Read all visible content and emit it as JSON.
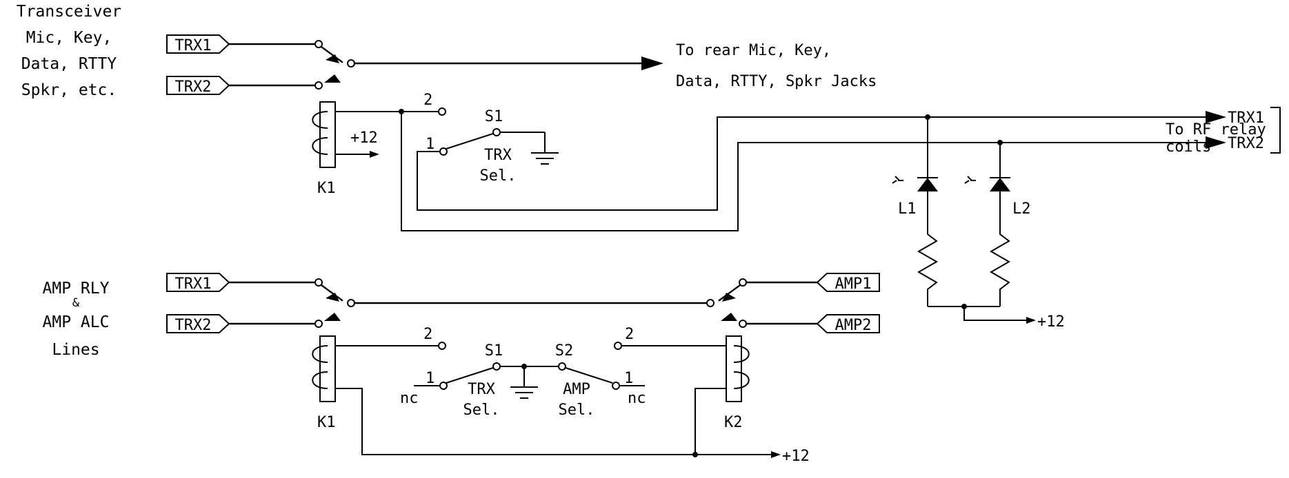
{
  "top": {
    "label_lines": [
      "Transceiver",
      "Mic, Key,",
      "Data, RTTY",
      "Spkr, etc."
    ],
    "in1": "TRX1",
    "in2": "TRX2",
    "out_lines": [
      "To rear Mic, Key,",
      "Data, RTTY, Spkr Jacks"
    ],
    "relay": {
      "name": "K1",
      "supply": "+12"
    },
    "switch": {
      "name": "S1",
      "pos1": "1",
      "pos2": "2",
      "desc_lines": [
        "TRX",
        "Sel."
      ]
    }
  },
  "rf": {
    "out1": "TRX1",
    "out2": "TRX2",
    "dest_lines": [
      "To RF relay",
      "coils"
    ],
    "led1": "L1",
    "led2": "L2",
    "supply": "+12"
  },
  "bottom": {
    "label_lines": [
      "AMP RLY",
      "&",
      "AMP ALC",
      "Lines"
    ],
    "in1": "TRX1",
    "in2": "TRX2",
    "amp1": "AMP1",
    "amp2": "AMP2",
    "relay1": "K1",
    "relay2": "K2",
    "s1": {
      "name": "S1",
      "pos1": "1",
      "pos2": "2",
      "nc": "nc",
      "desc_lines": [
        "TRX",
        "Sel."
      ]
    },
    "s2": {
      "name": "S2",
      "pos1": "1",
      "pos2": "2",
      "nc": "nc",
      "desc_lines": [
        "AMP",
        "Sel."
      ]
    },
    "supply": "+12"
  }
}
